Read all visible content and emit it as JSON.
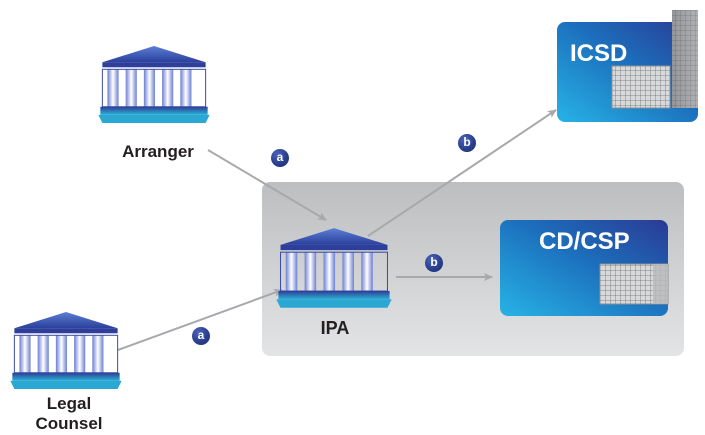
{
  "nodes": {
    "arranger": {
      "label": "Arranger"
    },
    "legal_counsel": {
      "label": "Legal\nCounsel"
    },
    "ipa": {
      "label": "IPA"
    },
    "icsd": {
      "label": "ICSD"
    },
    "cd_csp": {
      "label": "CD/CSP"
    }
  },
  "badges": {
    "arranger_to_ipa": "a",
    "counsel_to_ipa": "a",
    "ipa_to_icsd": "b",
    "ipa_to_cdcsp": "b"
  },
  "colors": {
    "arrow": "#a7a9ac",
    "badge": "#2a3f8f",
    "box_blue": "#1b75bc",
    "box_cyan": "#27aae1",
    "panel": "#c8c9cb"
  },
  "icons": [
    "bank-building-icon",
    "server-building-icon"
  ]
}
